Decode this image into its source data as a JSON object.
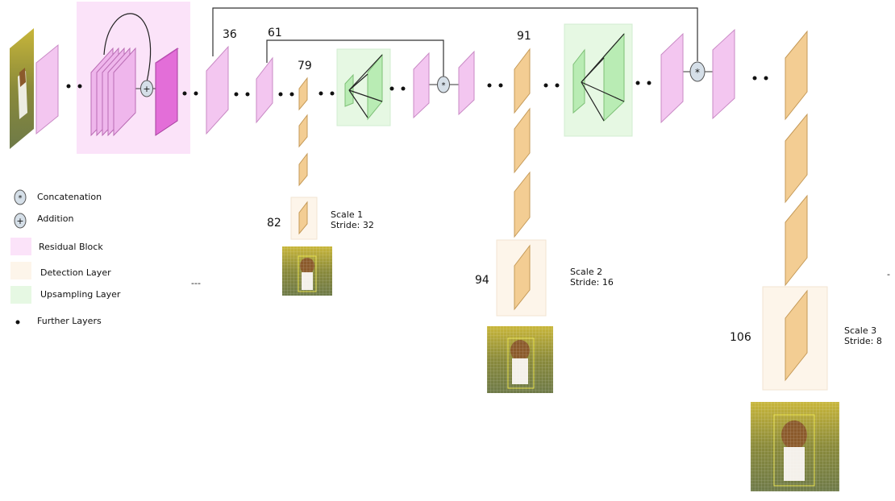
{
  "layers": {
    "l36": "36",
    "l61": "61",
    "l79": "79",
    "l82": "82",
    "l91": "91",
    "l94": "94",
    "l106": "106"
  },
  "scales": {
    "s1": {
      "name": "Scale 1",
      "stride": "Stride: 32"
    },
    "s2": {
      "name": "Scale 2",
      "stride": "Stride: 16"
    },
    "s3": {
      "name": "Scale 3",
      "stride": "Stride: 8"
    }
  },
  "legend": {
    "concat": "Concatenation",
    "addition": "Addition",
    "residual": "Residual Block",
    "detection": "Detection Layer",
    "upsampling": "Upsampling Layer",
    "further": "Further Layers"
  },
  "symbols": {
    "concat": "*",
    "addition": "+"
  },
  "marks": {
    "dashes": "---",
    "tick": "-"
  },
  "colors": {
    "residual_fill": "#fbe3f9",
    "layer_pink": "#f3c6f0",
    "layer_pink_dark": "#ea90e6",
    "layer_magenta": "#e36ed8",
    "detection_fill": "#fdf5ea",
    "layer_orange": "#f3cd93",
    "upsample_fill": "#e6f8e3",
    "layer_green": "#b9ecb4",
    "op_fill": "#d5dfe8"
  }
}
